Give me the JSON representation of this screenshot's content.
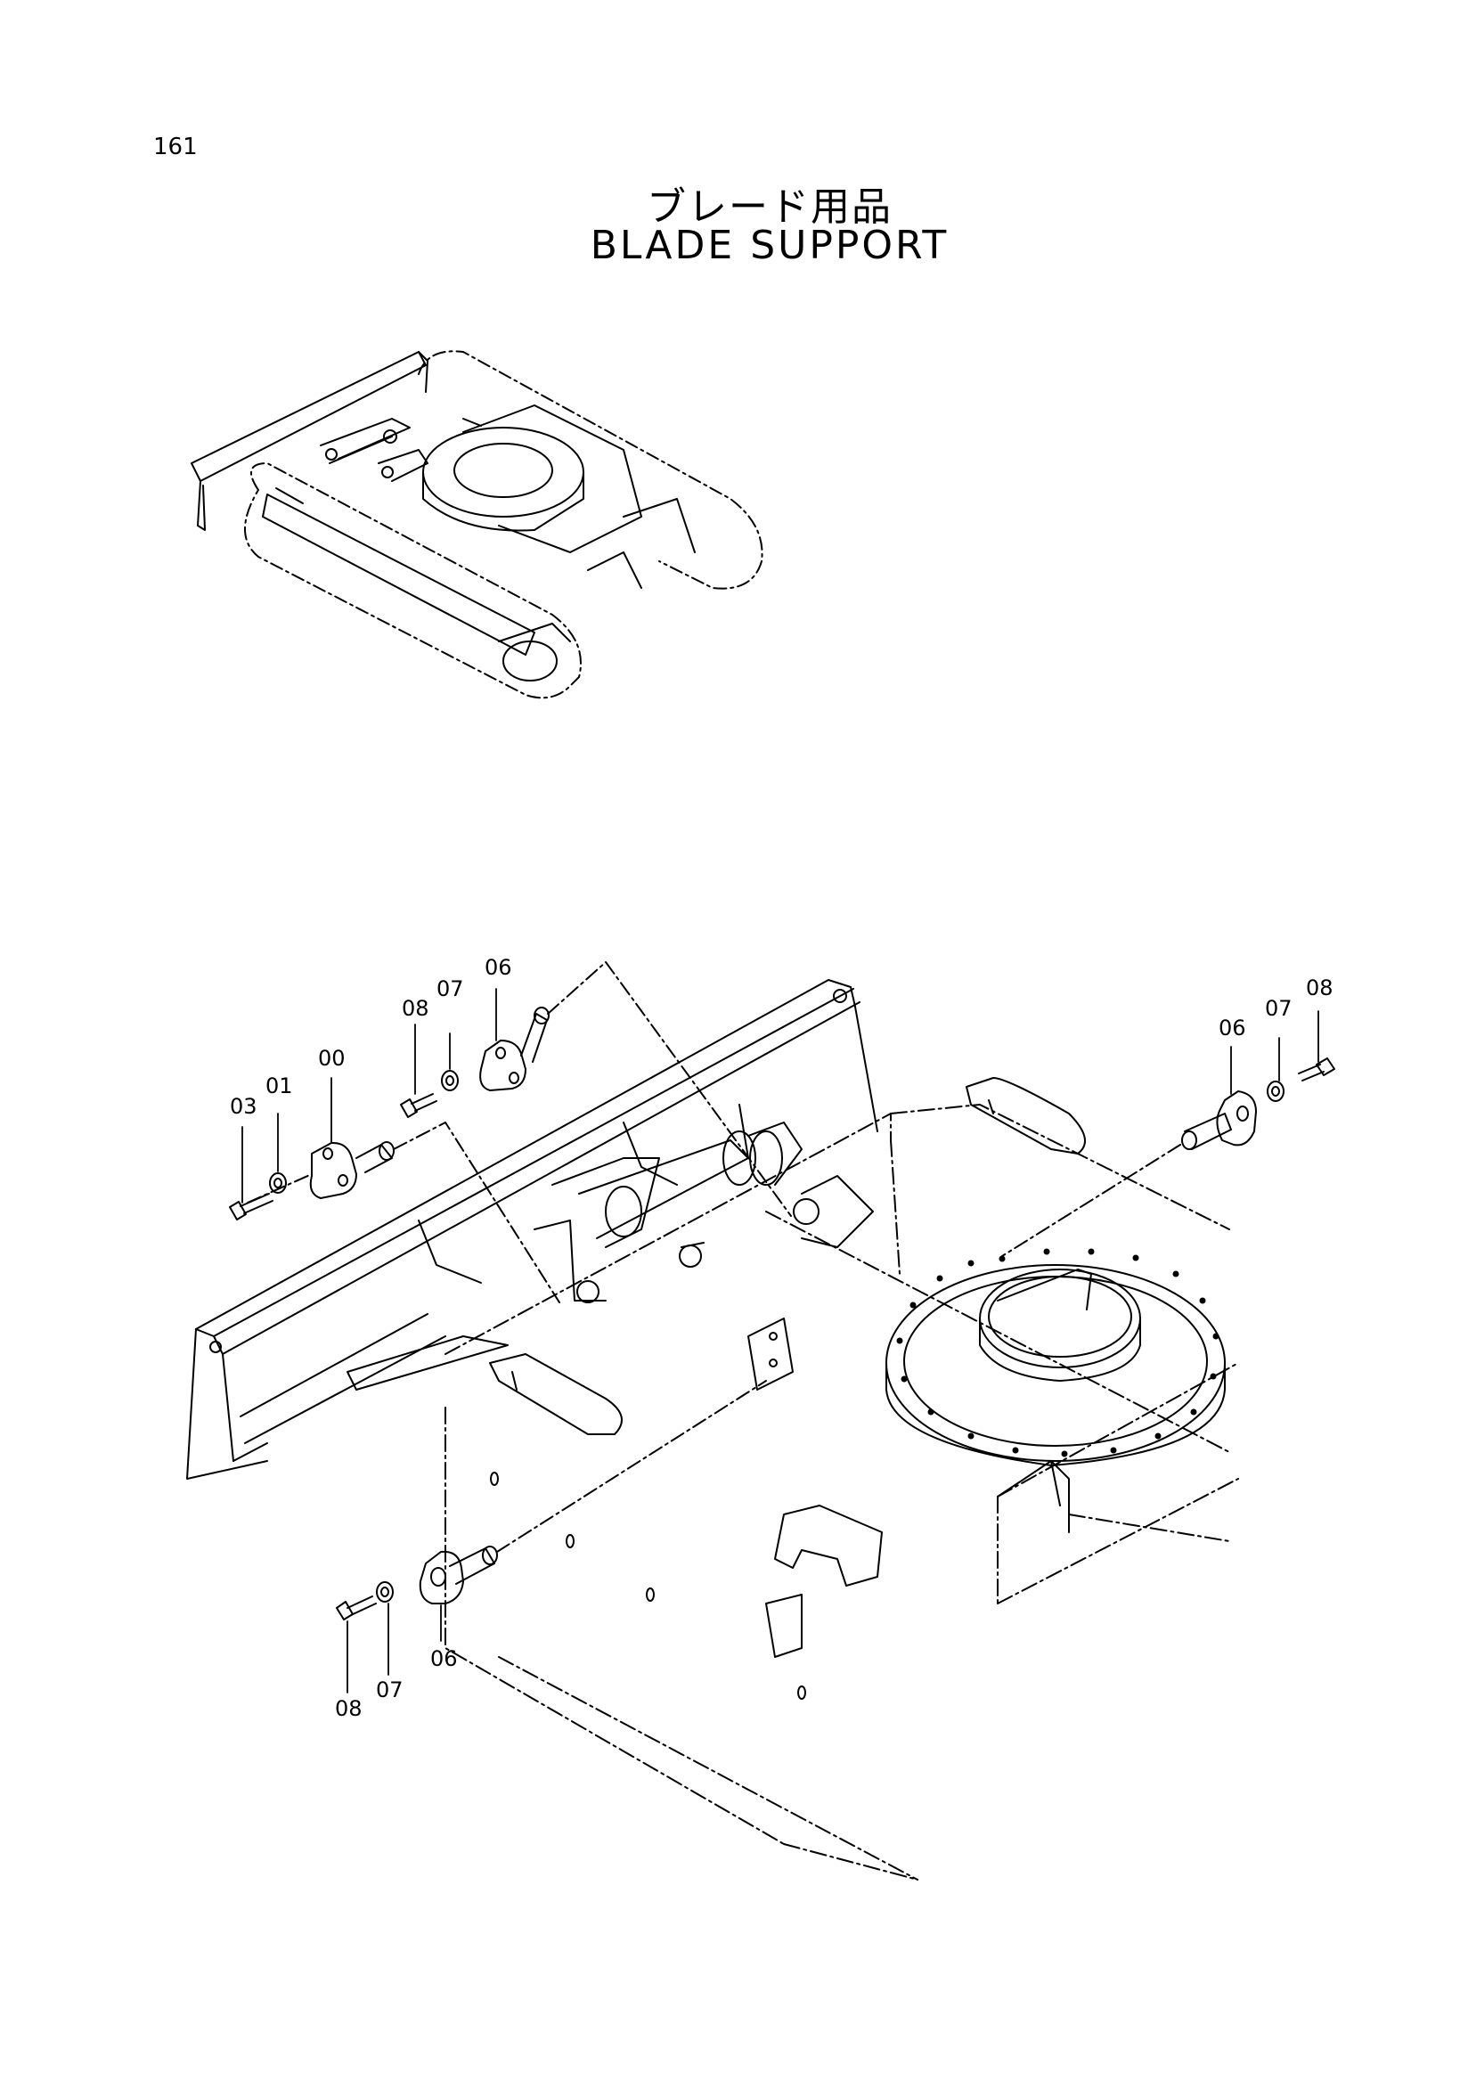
{
  "page": {
    "number": "161",
    "title_jp": "ブレード用品",
    "title_en": "BLADE SUPPORT"
  },
  "callouts": {
    "c06_top": "06",
    "c07_top": "07",
    "c08_top": "08",
    "c00": "00",
    "c01": "01",
    "c03": "03",
    "c08_right": "08",
    "c07_right": "07",
    "c06_right": "06",
    "c06_bottom": "06",
    "c07_bottom": "07",
    "c08_bottom": "08"
  },
  "colors": {
    "ink": "#000000",
    "paper": "#ffffff"
  }
}
